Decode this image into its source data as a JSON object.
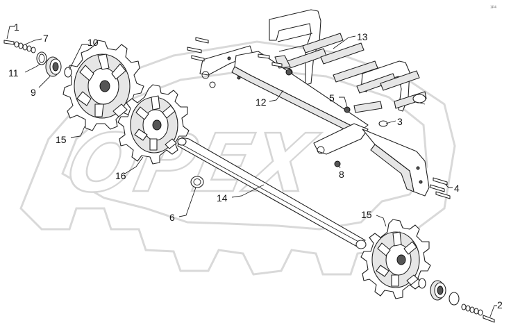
{
  "watermark": {
    "text": "OPEX"
  },
  "corner_mark": "1P4",
  "callouts": [
    {
      "id": "c1",
      "label": "1"
    },
    {
      "id": "c7",
      "label": "7"
    },
    {
      "id": "c10",
      "label": "10"
    },
    {
      "id": "c11",
      "label": "11"
    },
    {
      "id": "c9",
      "label": "9"
    },
    {
      "id": "c15a",
      "label": "15"
    },
    {
      "id": "c16",
      "label": "16"
    },
    {
      "id": "c13",
      "label": "13"
    },
    {
      "id": "c12",
      "label": "12"
    },
    {
      "id": "c5",
      "label": "5"
    },
    {
      "id": "c3",
      "label": "3"
    },
    {
      "id": "c8",
      "label": "8"
    },
    {
      "id": "c4",
      "label": "4"
    },
    {
      "id": "c6",
      "label": "6"
    },
    {
      "id": "c14",
      "label": "14"
    },
    {
      "id": "c15b",
      "label": "15"
    },
    {
      "id": "c2",
      "label": "2"
    }
  ]
}
